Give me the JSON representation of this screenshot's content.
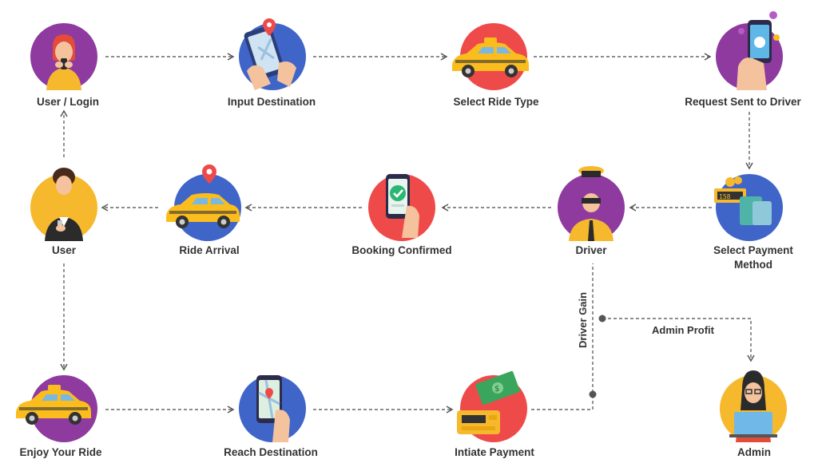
{
  "nodes": {
    "user_login": {
      "label": "User / Login",
      "color": "#8e3a9f",
      "icon": "person-phone-icon"
    },
    "input_destination": {
      "label": "Input Destination",
      "color": "#3f65c9",
      "icon": "map-pin-phone-icon"
    },
    "select_ride_type": {
      "label": "Select Ride Type",
      "color": "#ef4a4a",
      "icon": "taxi-icon"
    },
    "request_sent": {
      "label": "Request Sent to Driver",
      "color": "#8e3a9f",
      "icon": "phone-notification-icon"
    },
    "select_payment": {
      "label_line1": "Select Payment",
      "label_line2": "Method",
      "color": "#3f65c9",
      "icon": "payment-terminal-icon"
    },
    "driver": {
      "label": "Driver",
      "color": "#8e3a9f",
      "icon": "driver-icon"
    },
    "booking_confirmed": {
      "label": "Booking Confirmed",
      "color": "#ef4a4a",
      "icon": "phone-check-icon"
    },
    "ride_arrival": {
      "label": "Ride Arrival",
      "color": "#3f65c9",
      "icon": "taxi-pin-icon"
    },
    "user": {
      "label": "User",
      "color": "#f6b92e",
      "icon": "woman-phone-icon"
    },
    "enjoy_ride": {
      "label": "Enjoy Your Ride",
      "color": "#8e3a9f",
      "icon": "taxi-icon"
    },
    "reach_destination": {
      "label": "Reach Destination",
      "color": "#3f65c9",
      "icon": "phone-map-icon"
    },
    "initiate_payment": {
      "label": "Intiate Payment",
      "color": "#ef4a4a",
      "icon": "money-card-icon"
    },
    "admin": {
      "label": "Admin",
      "color": "#f6b92e",
      "icon": "woman-laptop-icon"
    }
  },
  "edges": {
    "driver_gain": "Driver Gain",
    "admin_profit": "Admin Profit"
  },
  "colors": {
    "arrow": "#555555",
    "taxi": "#fbbd1e",
    "text": "#333333"
  }
}
